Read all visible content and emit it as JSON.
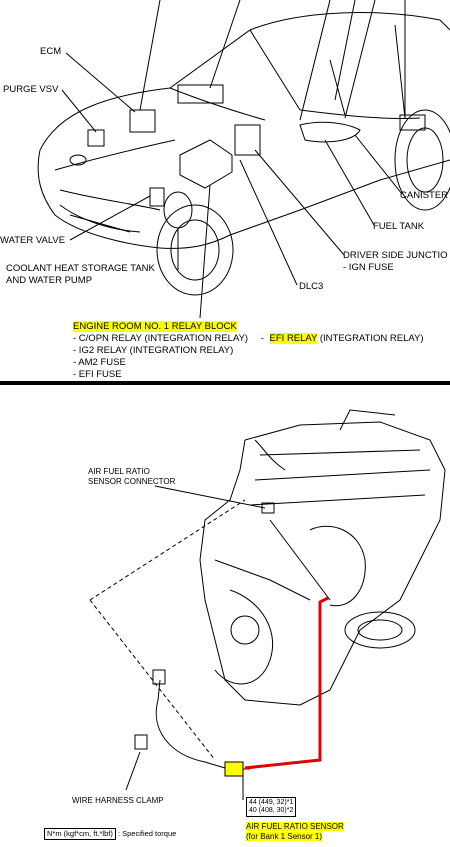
{
  "top": {
    "labels": {
      "ecm": "ECM",
      "purge_vsv": "PURGE VSV",
      "water_valve": "WATER VALVE",
      "coolant_tank_l1": "COOLANT HEAT STORAGE TANK",
      "coolant_tank_l2": "AND WATER PUMP",
      "canister": "CANISTER",
      "fuel_tank": "FUEL TANK",
      "driver_side_junction": "DRIVER SIDE JUNCTIO",
      "ign_fuse": "- IGN FUSE",
      "dlc3": "DLC3"
    },
    "relay_block": {
      "title": "ENGINE ROOM NO. 1 RELAY BLOCK",
      "c_opn_relay": "- C/OPN RELAY (INTEGRATION RELAY)",
      "efi_prefix": "-",
      "efi_relay": "EFI RELAY",
      "efi_suffix": "(INTEGRATION RELAY)",
      "ig2_relay": "- IG2 RELAY (INTEGRATION RELAY)",
      "am2_fuse": "- AM2 FUSE",
      "efi_fuse": "- EFI FUSE"
    }
  },
  "bottom": {
    "connector_l1": "AIR FUEL RATIO",
    "connector_l2": "SENSOR CONNECTOR",
    "wire_harness_clamp": "WIRE HARNESS CLAMP",
    "torque_l1": "44 (449, 32)*1",
    "torque_l2": "40 (408, 30)*2",
    "sensor_l1": "AIR FUEL RATIO SENSOR",
    "sensor_l2": "(for Bank 1 Sensor 1)",
    "legend_unit": "N*m (kgf*cm, ft.*lbf)",
    "legend_text": ": Specified torque"
  },
  "colors": {
    "highlight": "#ffff00",
    "wire": "#e00000",
    "line": "#000000"
  }
}
